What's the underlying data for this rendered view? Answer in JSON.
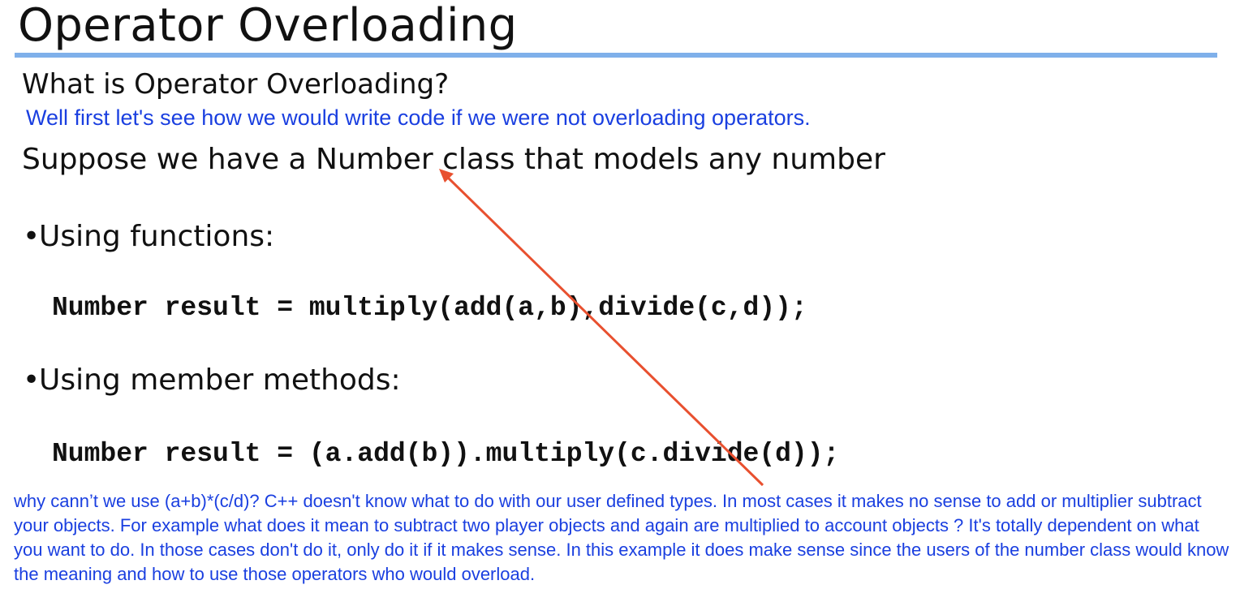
{
  "slide": {
    "title": "Operator Overloading",
    "subtitle": "What is Operator Overloading?",
    "note_top": "Well first let's see how we would write code if we were not overloading operators.",
    "suppose": "Suppose we have a Number class that models any number",
    "bullets": [
      {
        "label": "Using functions:",
        "code": "Number result = multiply(add(a,b),divide(c,d));"
      },
      {
        "label": "Using member methods:",
        "code": "Number result = (a.add(b)).multiply(c.divide(d));"
      }
    ],
    "bullet_glyph": "•",
    "note_bottom": "why cann’t we use (a+b)*(c/d)? C++ doesn't know what to do with our user defined types.  In most cases it makes no sense to add or multiplier subtract your objects. For example what does it mean to subtract two player objects and again are multiplied to account objects ? It's totally dependent on what you want to do. In those cases don't do it, only do it if it makes sense. In this example it does make sense since the users of the number class would know the meaning and how to use those operators who would overload."
  },
  "colors": {
    "title_rule": "#7fb0ea",
    "note_text": "#1a3fe0",
    "annotation_arrow": "#e8502f"
  }
}
